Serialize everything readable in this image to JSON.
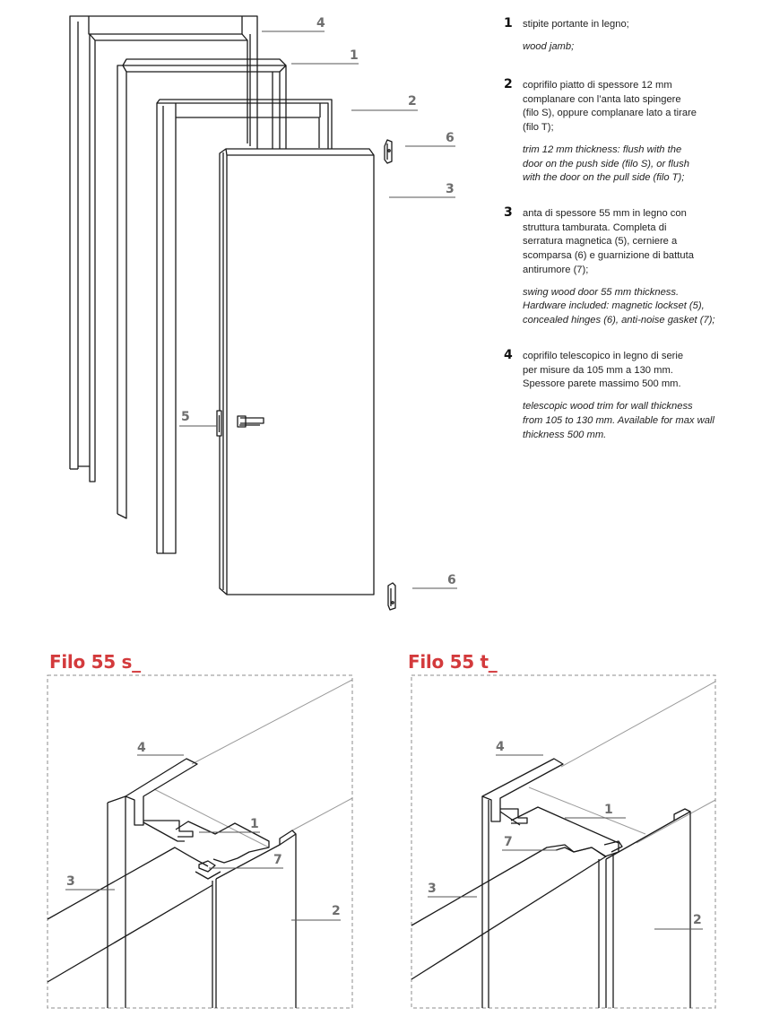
{
  "legend": [
    {
      "num": "1",
      "it": "stipite portante in legno;",
      "en": "wood jamb;"
    },
    {
      "num": "2",
      "it": "coprifilo piatto di spessore 12 mm\ncomplanare con l’anta lato spingere\n(filo S), oppure complanare lato a tirare\n(filo T);",
      "en": "trim 12 mm thickness: flush with the\ndoor on the push side (filo S), or flush\nwith the door on the pull side (filo T);"
    },
    {
      "num": "3",
      "it": "anta di spessore 55 mm in legno con\nstruttura tamburata. Completa di\nserratura magnetica (5), cerniere a\nscomparsa (6) e guarnizione di battuta\nantirumore (7);",
      "en": "swing wood door 55 mm thickness.\nHardware included: magnetic lockset (5),\nconcealed hinges (6), anti-noise gasket (7);"
    },
    {
      "num": "4",
      "it": "coprifilo telescopico in legno di serie\nper misure da 105 mm a 130 mm.\nSpessore parete massimo 500 mm.",
      "en": "telescopic wood trim for wall thickness\nfrom 105 to 130 mm. Available for max wall\nthickness 500 mm."
    }
  ],
  "exploded_labels": {
    "trim_telescopic": "4",
    "jamb": "1",
    "trim_flat": "2",
    "hinge_top": "6",
    "door": "3",
    "lock": "5",
    "hinge_bottom": "6"
  },
  "sections": [
    {
      "title": "Filo 55 s_",
      "labels": {
        "trim_telescopic": "4",
        "jamb": "1",
        "gasket": "7",
        "door": "3",
        "trim_flat": "2"
      }
    },
    {
      "title": "Filo 55 t_",
      "labels": {
        "trim_telescopic": "4",
        "jamb": "1",
        "gasket": "7",
        "door": "3",
        "trim_flat": "2"
      }
    }
  ],
  "colors": {
    "accent": "#d33a3c",
    "line": "#1a1a1a",
    "leader": "#555555"
  }
}
